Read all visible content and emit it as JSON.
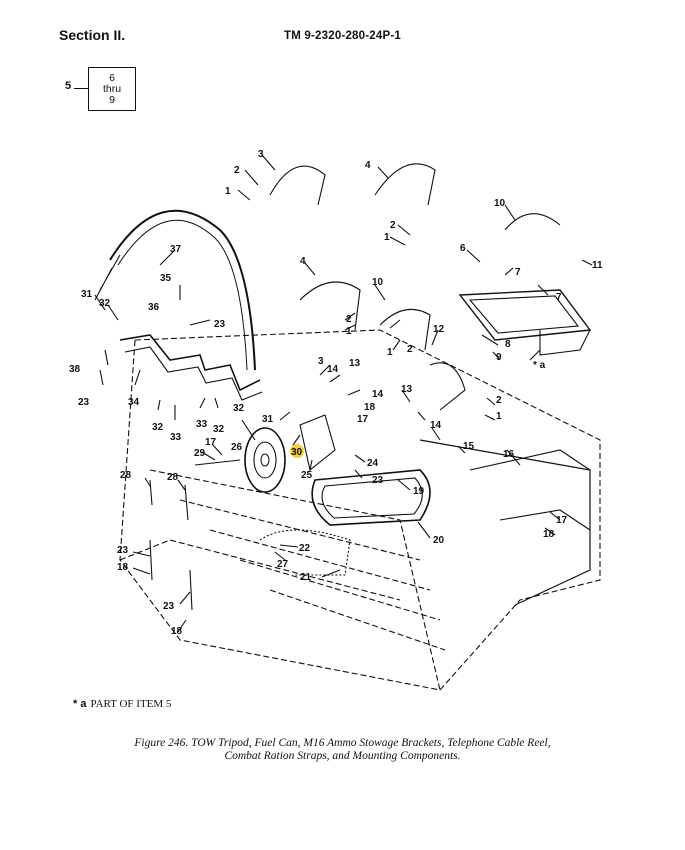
{
  "header": {
    "section": "Section II.",
    "tm_number": "TM 9-2320-280-24P-1"
  },
  "key": {
    "lead": "5",
    "line1": "6",
    "line2": "thru",
    "line3": "9"
  },
  "callouts": {
    "c37": "37",
    "c35": "35",
    "c31a": "31",
    "c32a": "32",
    "c36": "36",
    "c23a": "23",
    "c38": "38",
    "c23b": "23",
    "c34": "34",
    "c32b": "32",
    "c33a": "33",
    "c33b": "33",
    "c32c": "32",
    "c32d": "32",
    "c17a": "17",
    "c29": "29",
    "c26": "26",
    "c31b": "31",
    "c30": "30",
    "c25": "25",
    "c28a": "28",
    "c28b": "28",
    "c23c": "23",
    "c18a": "18",
    "c23d": "23",
    "c18b": "18",
    "c22": "22",
    "c27": "27",
    "c21": "21",
    "c20": "20",
    "c19": "19",
    "c23e": "23",
    "c24": "24",
    "c3a": "3",
    "c2a": "2",
    "c1a": "1",
    "c4a": "4",
    "c2b": "2",
    "c1b": "1",
    "c4b": "4",
    "c2c": "2",
    "c1c": "1",
    "c3b": "3",
    "c14a": "14",
    "c13a": "13",
    "c14b": "14",
    "c18c": "18",
    "c17b": "17",
    "c10a": "10",
    "c2d": "2",
    "c1d": "1",
    "c12": "12",
    "c13b": "13",
    "c14c": "14",
    "c15": "15",
    "c2e": "2",
    "c1e": "1",
    "c16": "16",
    "c17c": "17",
    "c18d": "18",
    "c10b": "10",
    "c11": "11",
    "c6": "6",
    "c7a": "7",
    "c7b": "7",
    "c8": "8",
    "c9": "9",
    "c5a": "* a"
  },
  "note": {
    "marker": "* a",
    "text": "PART OF ITEM 5"
  },
  "caption": {
    "line1": "Figure 246.  TOW Tripod, Fuel Can, M16 Ammo Stowage Brackets, Telephone Cable Reel,",
    "line2": "Combat Ration Straps, and Mounting Components."
  },
  "colors": {
    "ink": "#111111",
    "highlight": "#f2c200"
  }
}
